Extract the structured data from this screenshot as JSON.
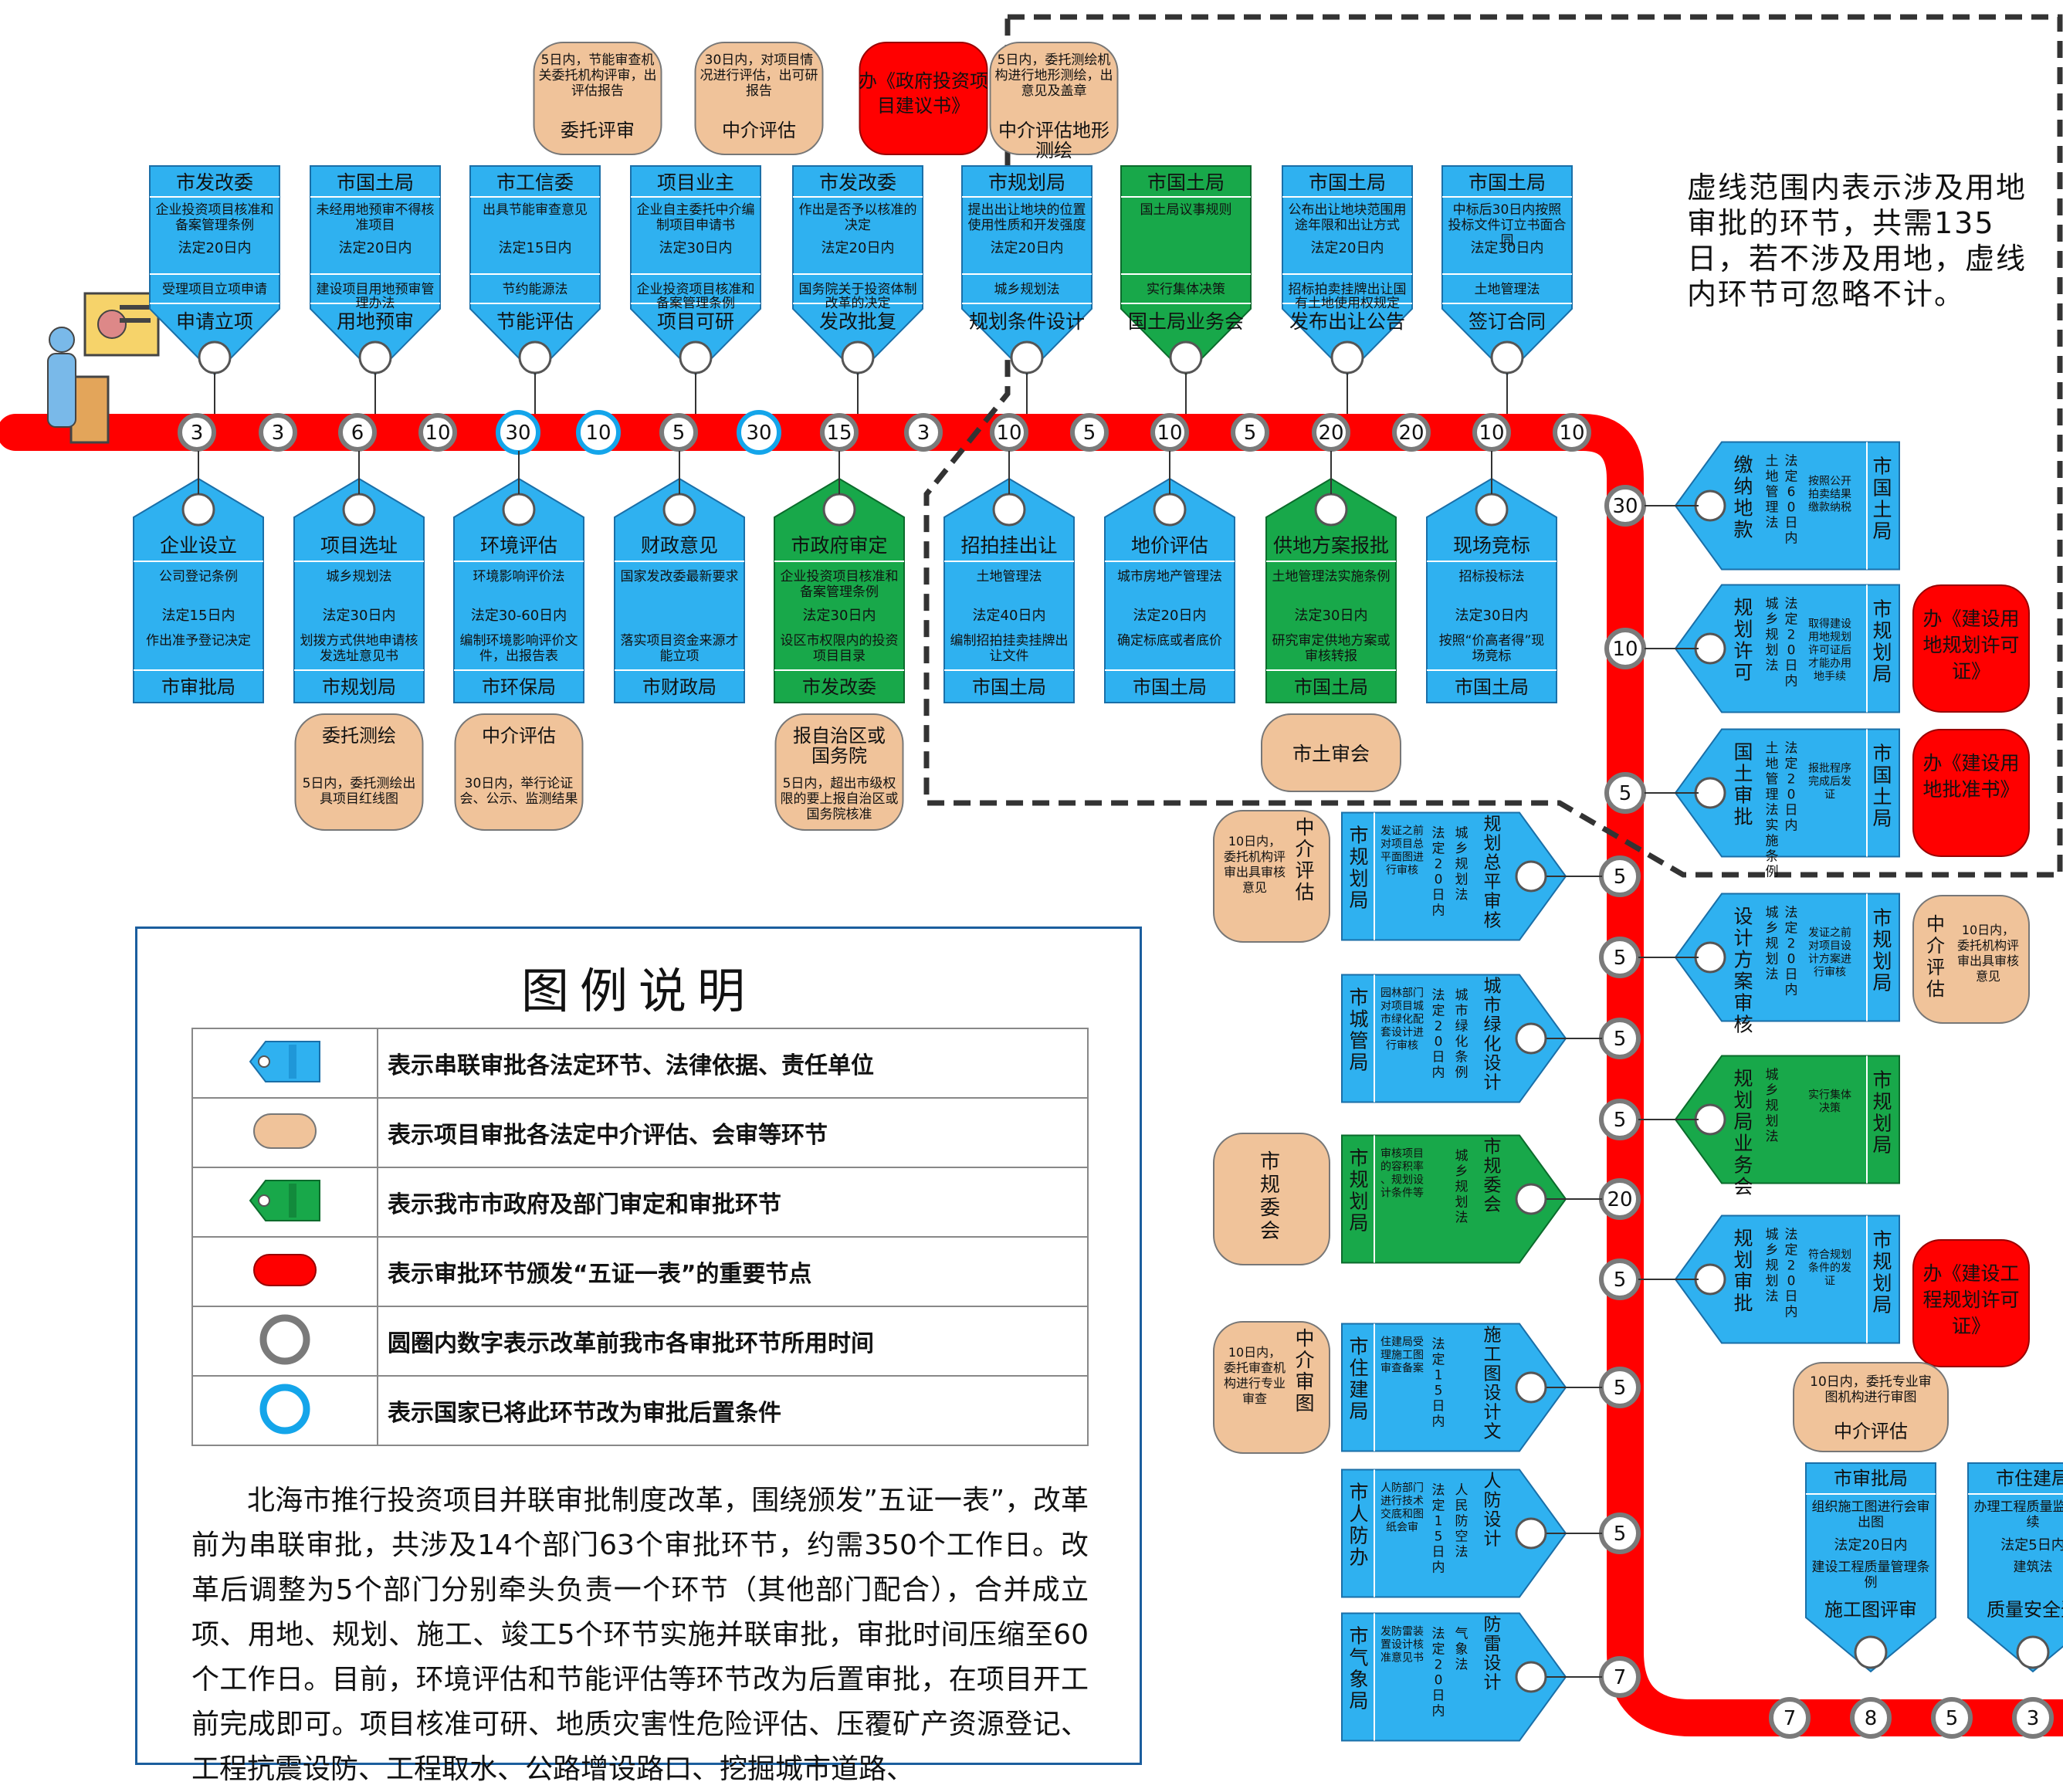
{
  "note": "虚线范围内表示涉及用地审批的环节，共需135日，若不涉及用地，虚线内环节可忽略不计。",
  "top_row_nums": [
    "3",
    "3",
    "6",
    "10",
    "30",
    "10",
    "5",
    "30",
    "15",
    "3",
    "10",
    "5",
    "10",
    "5",
    "20",
    "20",
    "10",
    "10"
  ],
  "top_tags": [
    {
      "dept": "市发改委",
      "l1": "企业投资项目核准和备案管理条例",
      "l2": "法定20日内",
      "l3": "受理项目立项申请",
      "name": "申请立项",
      "color": "blue"
    },
    {
      "dept": "市国土局",
      "l1": "未经用地预审不得核准项目",
      "l2": "法定20日内",
      "l3": "建设项目用地预审管理办法",
      "name": "用地预审",
      "color": "blue"
    },
    {
      "dept": "市工信委",
      "l1": "出具节能审查意见",
      "l2": "法定15日内",
      "l3": "节约能源法",
      "name": "节能评估",
      "color": "blue"
    },
    {
      "dept": "项目业主",
      "l1": "企业自主委托中介编制项目申请书",
      "l2": "法定30日内",
      "l3": "企业投资项目核准和备案管理条例",
      "name": "项目可研",
      "color": "blue"
    },
    {
      "dept": "市发改委",
      "l1": "作出是否予以核准的决定",
      "l2": "法定20日内",
      "l3": "国务院关于投资体制改革的决定",
      "name": "发改批复",
      "color": "blue"
    },
    {
      "dept": "市规划局",
      "l1": "提出出让地块的位置使用性质和开发强度",
      "l2": "法定20日内",
      "l3": "城乡规划法",
      "name": "规划条件设计",
      "color": "blue"
    },
    {
      "dept": "市国土局",
      "l1": "国土局议事规则",
      "l2": "",
      "l3": "实行集体决策",
      "name": "国土局业务会",
      "color": "green"
    },
    {
      "dept": "市国土局",
      "l1": "公布出让地块范围用途年限和出让方式",
      "l2": "法定20日内",
      "l3": "招标拍卖挂牌出让国有土地使用权规定",
      "name": "发布出让公告",
      "color": "blue"
    },
    {
      "dept": "市国土局",
      "l1": "中标后30日内按照投标文件订立书面合同",
      "l2": "法定30日内",
      "l3": "土地管理法",
      "name": "签订合同",
      "color": "blue"
    }
  ],
  "top_ovals": [
    {
      "text": "5日内，节能审查机关委托机构评审，出评估报告",
      "label": "委托评审"
    },
    {
      "text": "30日内，对项目情况进行评估，出可研报告",
      "label": "中介评估"
    },
    {
      "text": "办《政府投资项目建议书》",
      "label": ""
    },
    {
      "text": "5日内，委托测绘机构进行地形测绘，出意见及盖章",
      "label": "中介评估地形测绘"
    }
  ],
  "bottom_tags": [
    {
      "name": "企业设立",
      "l1": "公司登记条例",
      "l2": "法定15日内",
      "l3": "作出准予登记决定",
      "dept": "市审批局",
      "color": "blue"
    },
    {
      "name": "项目选址",
      "l1": "城乡规划法",
      "l2": "法定30日内",
      "l3": "划拨方式供地申请核发选址意见书",
      "dept": "市规划局",
      "color": "blue"
    },
    {
      "name": "环境评估",
      "l1": "环境影响评价法",
      "l2": "法定30-60日内",
      "l3": "编制环境影响评价文件，出报告表",
      "dept": "市环保局",
      "color": "blue"
    },
    {
      "name": "财政意见",
      "l1": "国家发改委最新要求",
      "l2": "",
      "l3": "落实项目资金来源才能立项",
      "dept": "市财政局",
      "color": "blue"
    },
    {
      "name": "市政府审定",
      "l1": "企业投资项目核准和备案管理条例",
      "l2": "法定30日内",
      "l3": "设区市权限内的投资项目目录",
      "dept": "市发改委",
      "color": "green"
    },
    {
      "name": "招拍挂出让",
      "l1": "土地管理法",
      "l2": "法定40日内",
      "l3": "编制招拍挂卖挂牌出让文件",
      "dept": "市国土局",
      "color": "blue"
    },
    {
      "name": "地价评估",
      "l1": "城市房地产管理法",
      "l2": "法定20日内",
      "l3": "确定标底或者底价",
      "dept": "市国土局",
      "color": "blue"
    },
    {
      "name": "供地方案报批",
      "l1": "土地管理法实施条例",
      "l2": "法定30日内",
      "l3": "研究审定供地方案或审核转报",
      "dept": "市国土局",
      "color": "green"
    },
    {
      "name": "现场竞标",
      "l1": "招标投标法",
      "l2": "法定30日内",
      "l3": "按照“价高者得”现场竞标",
      "dept": "市国土局",
      "color": "blue"
    }
  ],
  "bottom_ovals": [
    {
      "label": "委托测绘",
      "text": "5日内，委托测绘出具项目红线图"
    },
    {
      "label": "中介评估",
      "text": "30日内，举行论证会、公示、监测结果"
    },
    {
      "label": "报自治区或国务院",
      "text": "5日内，超出市级权限的要上报自治区或国务院核准"
    },
    {
      "label": "市土审会",
      "text": ""
    }
  ],
  "right_col_nums": [
    "30",
    "10",
    "5"
  ],
  "right_tags": [
    {
      "name": "缴纳地款",
      "law": "土地管理法",
      "days": "法定60日内",
      "desc": "按照公开拍卖结果缴款纳税",
      "dept": "市国土局",
      "color": "blue"
    },
    {
      "name": "规划许可",
      "law": "城乡规划法",
      "days": "法定20日内",
      "desc": "取得建设用地规划许可证后才能办用地手续",
      "dept": "市规划局",
      "color": "blue"
    },
    {
      "name": "国土审批",
      "law": "土地管理法实施条例",
      "days": "法定20日内",
      "desc": "报批程序完成后发证",
      "dept": "市国土局",
      "color": "blue"
    }
  ],
  "right_red": [
    "办《建设用地规划许可证》",
    "办《建设用地批准书》",
    "办《建设工程规划许可证》"
  ],
  "mid_col_nums": [
    "5",
    "5",
    "5",
    "5",
    "20",
    "5",
    "5",
    "5",
    "7"
  ],
  "left_vtags": [
    {
      "name": "规划总平审核",
      "law": "城乡规划法",
      "days": "法定20日内",
      "desc": "发证之前对项目总平面图进行审核",
      "dept": "市规划局",
      "color": "blue"
    },
    {
      "name": "城市绿化设计",
      "law": "城市绿化条例",
      "days": "法定20日内",
      "desc": "园林部门对项目城市绿化配套设计进行审核",
      "dept": "市城管局",
      "color": "blue"
    },
    {
      "name": "市规委会",
      "law": "城乡规划法",
      "days": "",
      "desc": "审核项目的容积率、规划设计条件等",
      "dept": "市规划局",
      "color": "green"
    },
    {
      "name": "施工图设计文件审查备案管理办法",
      "law": "",
      "days": "法定15日内",
      "desc": "住建局受理施工图审查备案",
      "dept": "市住建局",
      "color": "blue"
    },
    {
      "name": "人防设计",
      "law": "人民防空法",
      "days": "法定15日内",
      "desc": "人防部门进行技术交底和图纸会审",
      "dept": "市人防办",
      "color": "blue"
    },
    {
      "name": "防雷设计",
      "law": "气象法",
      "days": "法定20日内",
      "desc": "发防雷装置设计核准意见书",
      "dept": "市气象局",
      "color": "blue"
    }
  ],
  "left_ovals": [
    {
      "label": "中介评估",
      "text": "10日内，委托机构评审出具审核意见"
    },
    {
      "label": "市规委会",
      "text": ""
    },
    {
      "label": "中介审图",
      "text": "10日内，委托审查机构进行专业审查"
    }
  ],
  "right_vtags": [
    {
      "name": "设计方案审核",
      "law": "城乡规划法",
      "days": "法定20日内",
      "desc": "发证之前对项目设计方案进行审核",
      "dept": "市规划局",
      "color": "blue"
    },
    {
      "name": "规划局业务会",
      "law": "城乡规划法",
      "days": "",
      "desc": "实行集体决策",
      "dept": "市规划局",
      "color": "green"
    },
    {
      "name": "规划审批",
      "law": "城乡规划法",
      "days": "法定20日内",
      "desc": "符合规划条件的发证",
      "dept": "市规划局",
      "color": "blue"
    }
  ],
  "right_oval": {
    "label": "中介评估",
    "text": "10日内，委托机构评审出具审核意见"
  },
  "bottom_right_nums": [
    "7",
    "8",
    "5",
    "3"
  ],
  "bottom_right_tags": [
    {
      "dept": "市审批局",
      "l1": "组织施工图进行会审出图",
      "l2": "法定20日内",
      "l3": "建设工程质量管理条例",
      "name": "施工图评审"
    },
    {
      "dept": "市住建局",
      "l1": "办理工程质量监督手续",
      "l2": "法定5日内",
      "l3": "建筑法",
      "name": "质量安全登"
    }
  ],
  "bottom_right_oval": {
    "text": "10日内，委托专业审图机构进行审图",
    "label": "中介评估"
  },
  "legend": {
    "title": "图例说明",
    "rows": [
      "表示串联审批各法定环节、法律依据、责任单位",
      "表示项目审批各法定中介评估、会审等环节",
      "表示我市市政府及部门审定和审批环节",
      "表示审批环节颁发“五证一表”的重要节点",
      "圆圈内数字表示改革前我市各审批环节所用时间",
      "表示国家已将此环节改为审批后置条件"
    ],
    "paragraph": "北海市推行投资项目并联审批制度改革，围绕颁发”五证一表”，改革前为串联审批，共涉及14个部门63个审批环节，约需350个工作日。改革后调整为5个部门分别牵头负责一个环节（其他部门配合），合并成立项、用地、规划、施工、竣工5个环节实施并联审批，审批时间压缩至60个工作日。目前，环境评估和节能评估等环节改为后置审批，在项目开工前完成即可。项目核准可研、地质灾害性危险评估、压覆矿产资源登记、工程抗震设防、工程取水、公路增设路口、挖掘城市道路、"
  },
  "colors": {
    "red": "#ff0000",
    "blue": "#2fb1f0",
    "green": "#18a84a",
    "tan": "#f0c39a",
    "ring_gray": "#7a7a7a",
    "ring_blue": "#14a5ea"
  }
}
